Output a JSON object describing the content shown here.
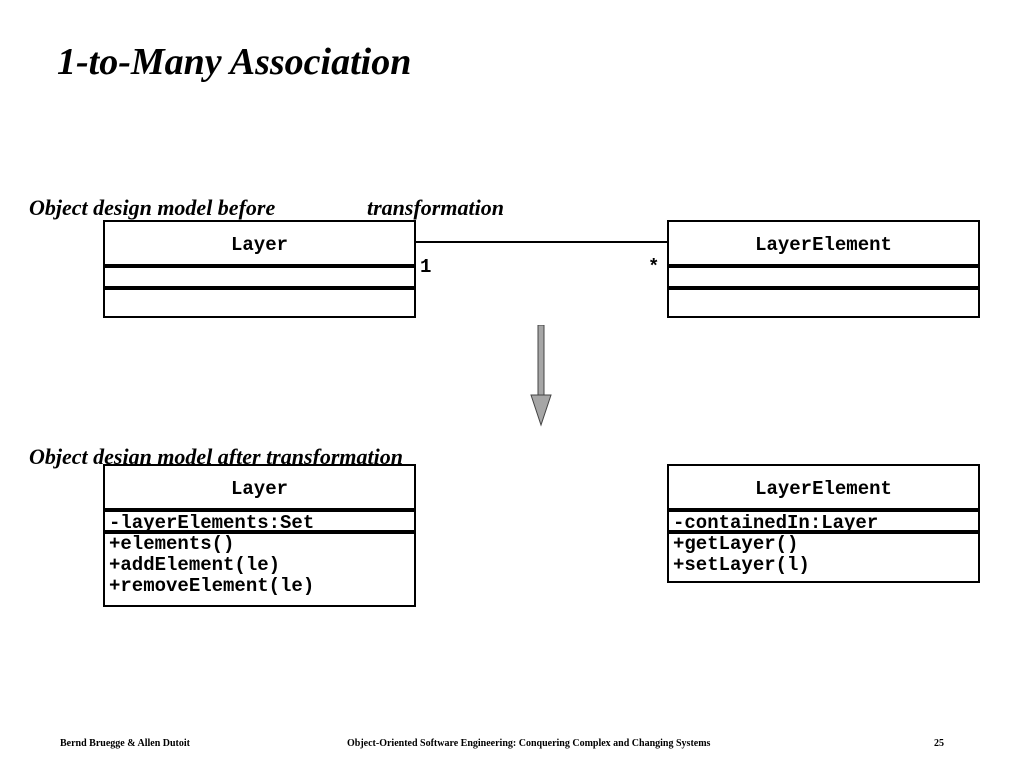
{
  "slide": {
    "title": "1-to-Many Association",
    "caption_before_a": "Object design model before",
    "caption_before_b": "transformation",
    "caption_after": "Object design model after transformation"
  },
  "before": {
    "left_class": {
      "name": "Layer"
    },
    "right_class": {
      "name": "LayerElement"
    },
    "association": {
      "left_multiplicity": "1",
      "right_multiplicity": "*"
    }
  },
  "after": {
    "left_class": {
      "name": "Layer",
      "attributes": [
        "-layerElements:Set"
      ],
      "operations": [
        "+elements()",
        "+addElement(le)",
        "+removeElement(le)"
      ]
    },
    "right_class": {
      "name": "LayerElement",
      "attributes": [
        "-containedIn:Layer"
      ],
      "operations": [
        "+getLayer()",
        "+setLayer(l)"
      ]
    }
  },
  "footer": {
    "authors": "Bernd Bruegge & Allen Dutoit",
    "book": "Object-Oriented Software Engineering: Conquering Complex and Changing Systems",
    "page": "25"
  },
  "colors": {
    "line": "#000000",
    "arrow_fill": "#a6a6a6",
    "background": "#ffffff"
  }
}
